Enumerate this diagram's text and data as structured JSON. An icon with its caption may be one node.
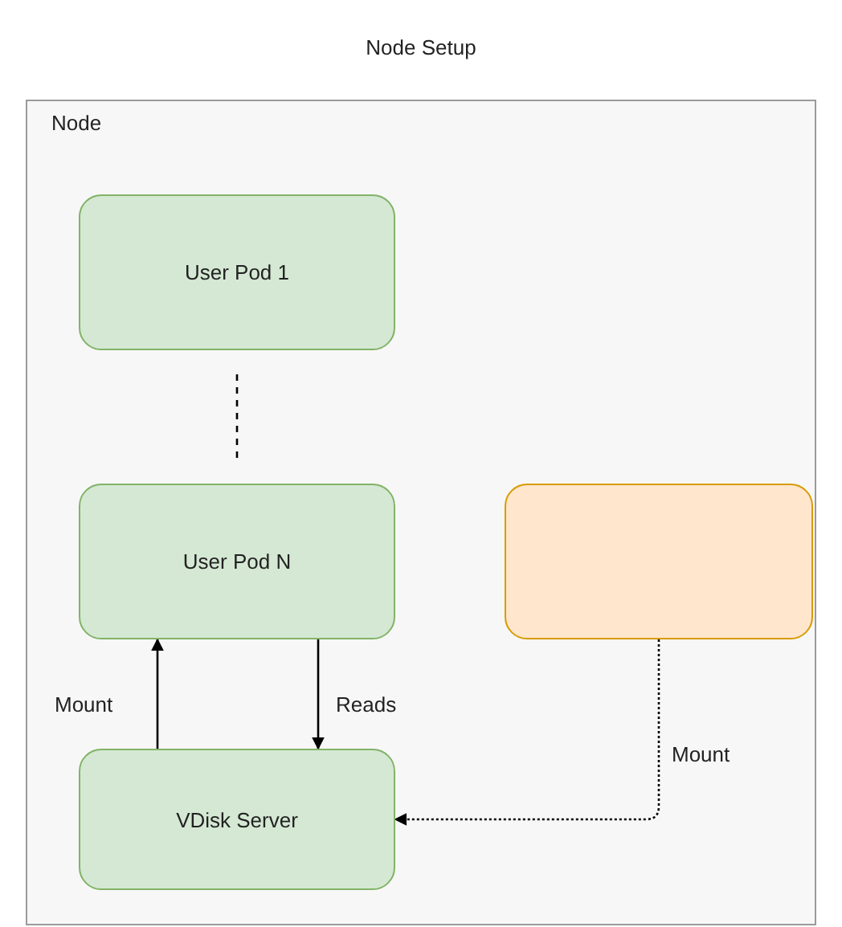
{
  "diagram": {
    "title": "Node Setup",
    "nodes": [
      {
        "text": [
          "Node"
        ]
      },
      {
        "text": [
          "User Pod 1"
        ],
        "in": 0
      },
      {
        "text": [
          "User Pod N"
        ],
        "in": 0
      },
      {
        "text": [],
        "shape": "box",
        "in": 0
      },
      {
        "text": [
          "VDisk Server"
        ],
        "in": 0
      }
    ],
    "edges": [
      {
        "from": 1,
        "to": 2,
        "arrow": "none",
        "style": "dashed"
      },
      {
        "from": 4,
        "to": 2,
        "arrow": "to",
        "label": "Mount"
      },
      {
        "from": 2,
        "to": 4,
        "arrow": "to",
        "label": "Reads"
      },
      {
        "from": 3,
        "to": 4,
        "arrow": "to",
        "label": "Mount",
        "style": "dashed"
      }
    ]
  }
}
